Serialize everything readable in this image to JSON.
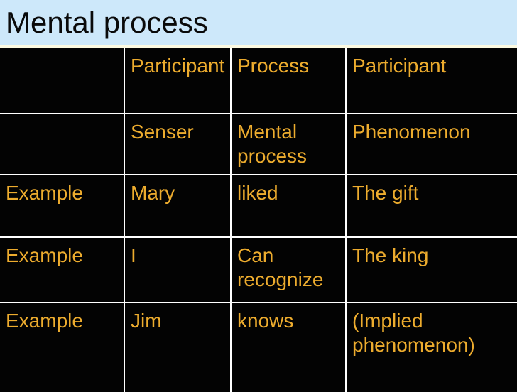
{
  "slide": {
    "title": "Mental process"
  },
  "table": {
    "rows": [
      {
        "cells": [
          "",
          "Participant",
          "Process",
          "Participant"
        ]
      },
      {
        "cells": [
          "",
          "Senser",
          "Mental process",
          "Phenomenon"
        ]
      },
      {
        "cells": [
          "Example",
          "Mary",
          "liked",
          "The gift"
        ]
      },
      {
        "cells": [
          "Example",
          "I",
          "Can recognize",
          "The king"
        ]
      },
      {
        "cells": [
          "Example",
          "Jim",
          "knows",
          "(Implied phenomenon)"
        ]
      }
    ]
  },
  "colors": {
    "slide_background": "#CDE8FA",
    "band_cream": "#FCFAE2",
    "table_background": "#030303",
    "cell_border": "#FFFFFF",
    "table_text": "#EDAC2E",
    "title_text": "#0A0A0A"
  }
}
